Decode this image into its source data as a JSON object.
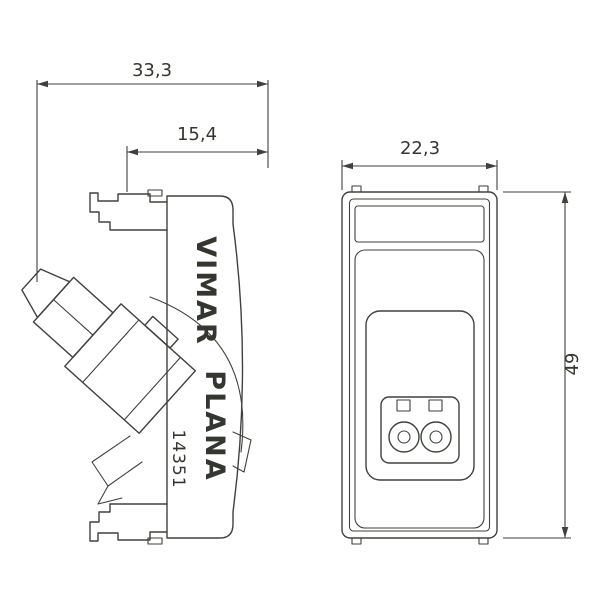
{
  "drawing": {
    "dimensions": {
      "overall_depth": "33,3",
      "flush_depth": "15,4",
      "width": "22,3",
      "height": "49"
    },
    "labels": {
      "brand": "VIMAR",
      "series": "PLANA",
      "model": "14351"
    },
    "colors": {
      "line": "#3e423c",
      "background": "#ffffff"
    }
  }
}
